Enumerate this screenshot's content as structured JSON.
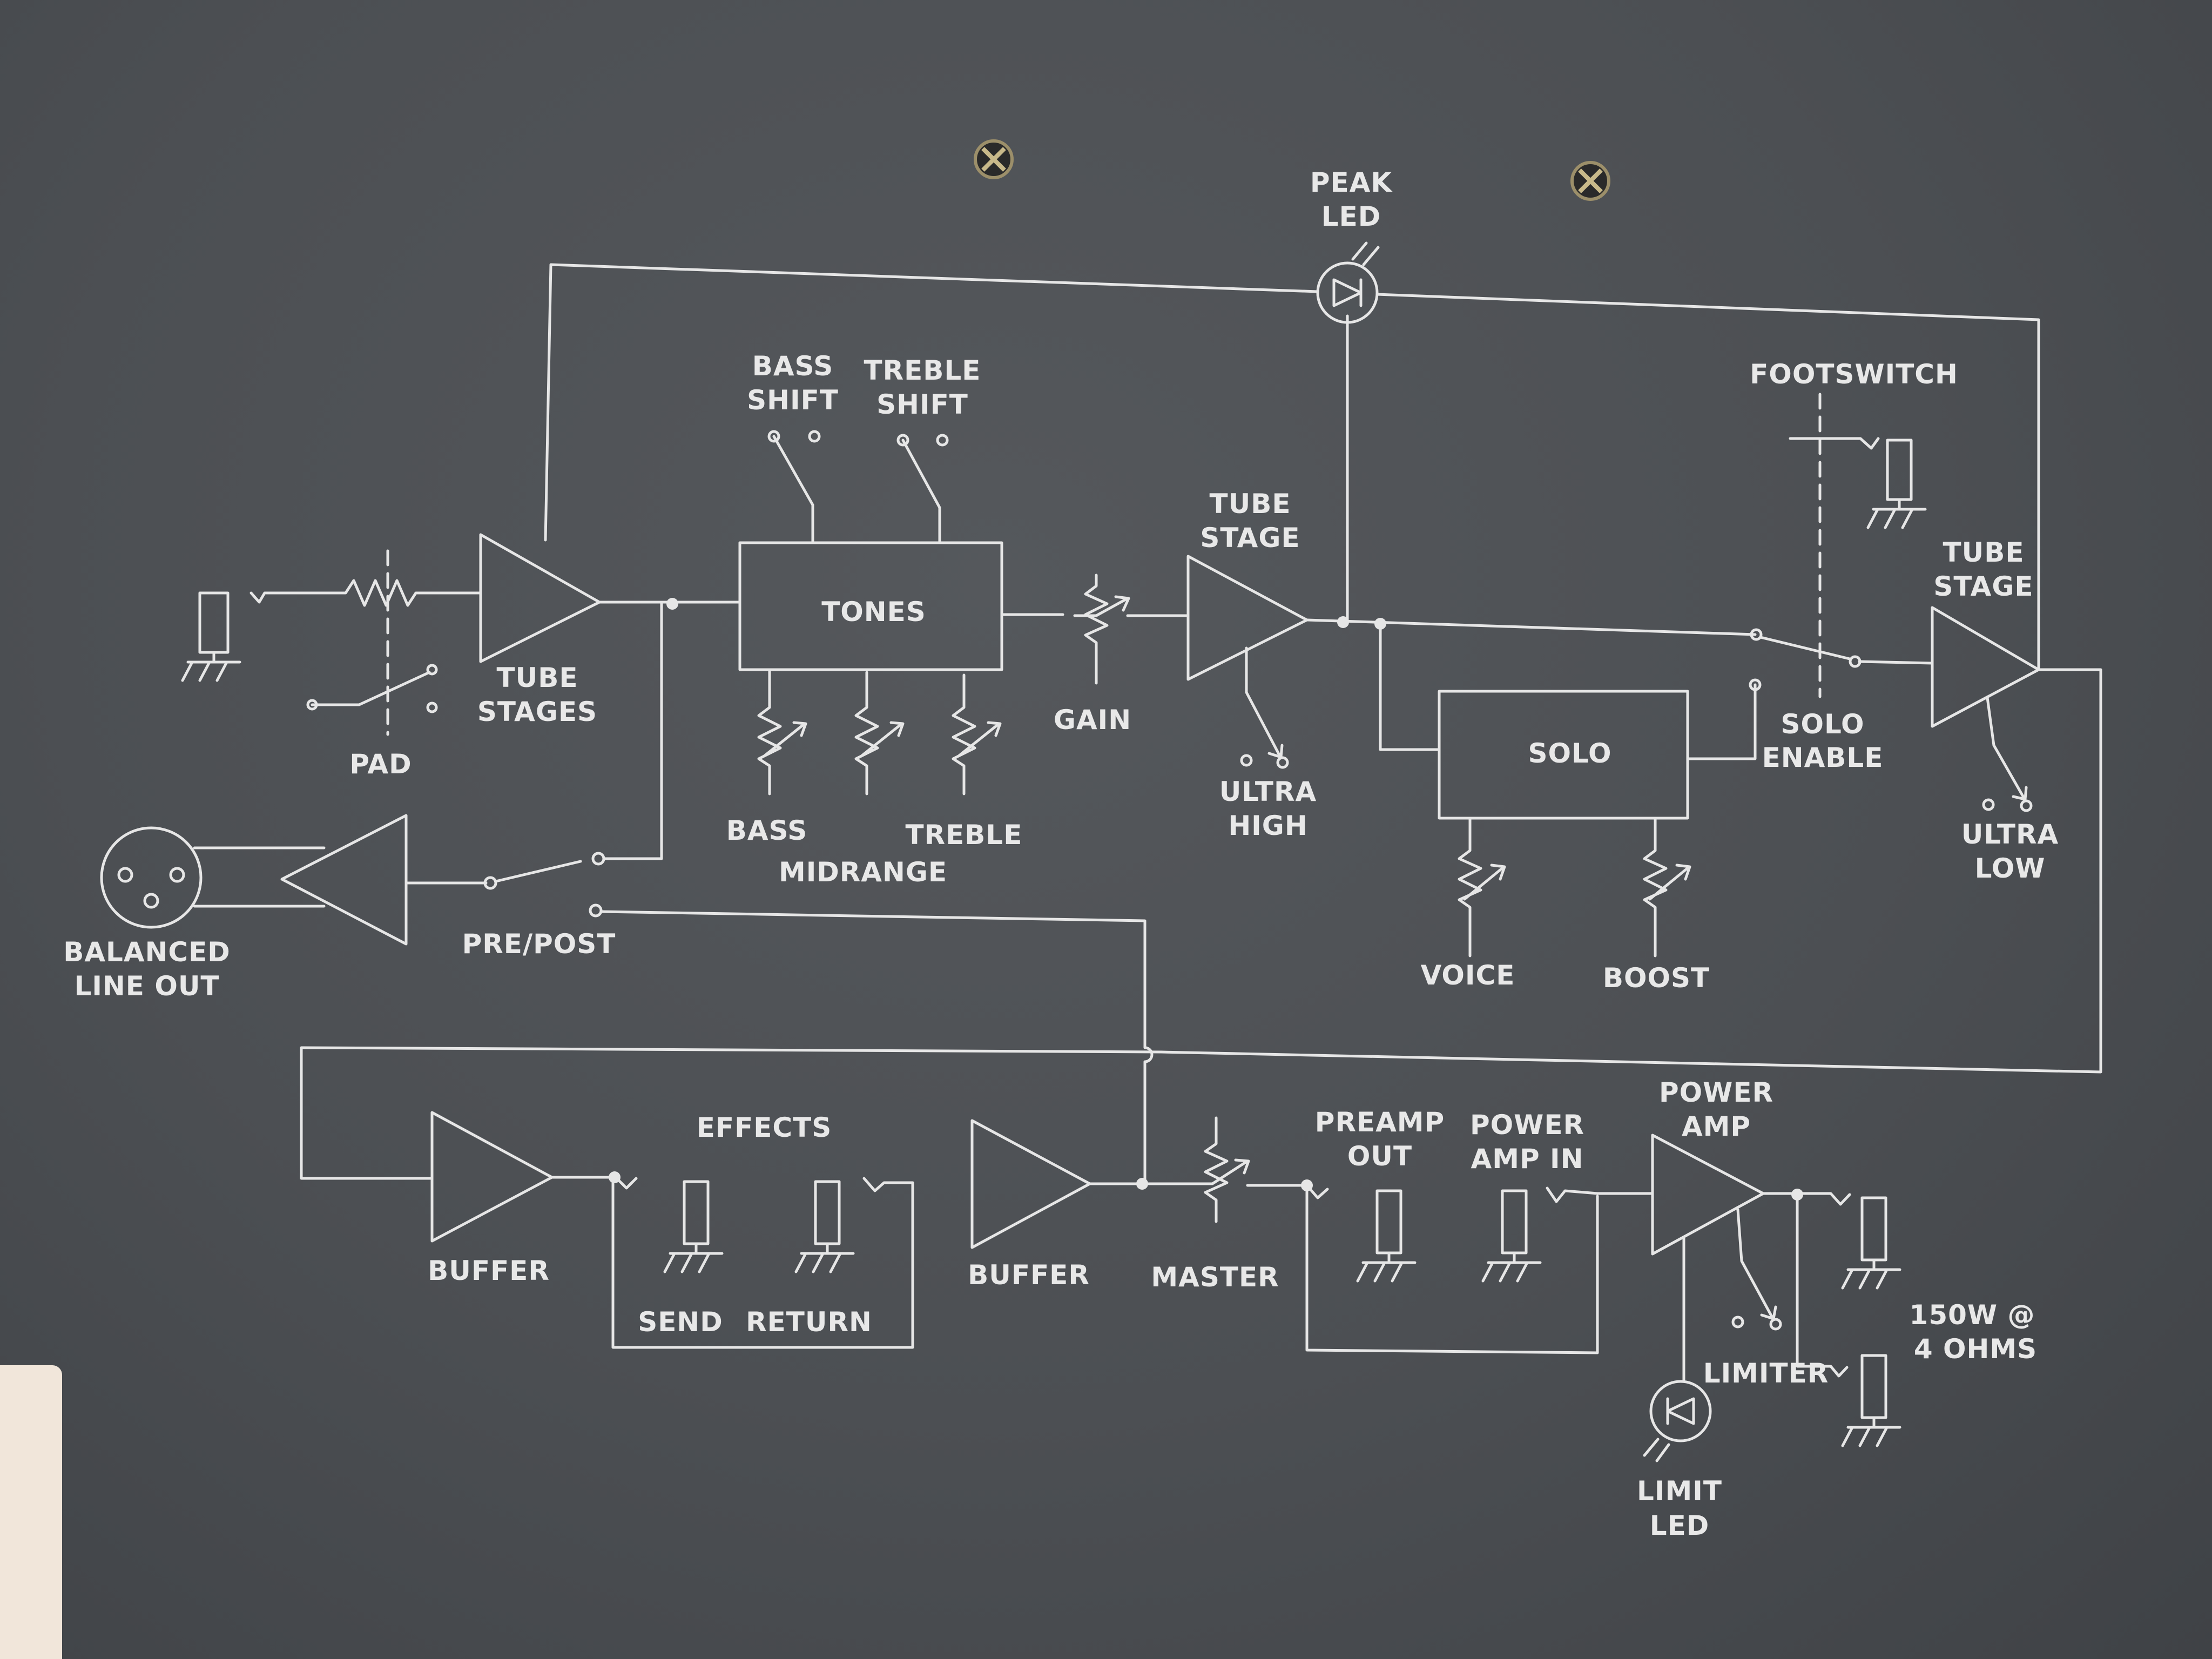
{
  "labels": {
    "peak_led_1": "PEAK",
    "peak_led_2": "LED",
    "bass_shift_1": "BASS",
    "bass_shift_2": "SHIFT",
    "treble_shift_1": "TREBLE",
    "treble_shift_2": "SHIFT",
    "footswitch": "FOOTSWITCH",
    "tube_stage_mid_1": "TUBE",
    "tube_stage_mid_2": "STAGE",
    "tube_stage_right_1": "TUBE",
    "tube_stage_right_2": "STAGE",
    "tones": "TONES",
    "tube_stages_1": "TUBE",
    "tube_stages_2": "STAGES",
    "pad": "PAD",
    "gain": "GAIN",
    "ultra_high_1": "ULTRA",
    "ultra_high_2": "HIGH",
    "solo": "SOLO",
    "solo_enable_1": "SOLO",
    "solo_enable_2": "ENABLE",
    "ultra_low_1": "ULTRA",
    "ultra_low_2": "LOW",
    "bass": "BASS",
    "midrange": "MIDRANGE",
    "treble": "TREBLE",
    "balanced_line_out_1": "BALANCED",
    "balanced_line_out_2": "LINE OUT",
    "pre_post": "PRE/POST",
    "voice": "VOICE",
    "boost": "BOOST",
    "effects": "EFFECTS",
    "buffer_left": "BUFFER",
    "buffer_right": "BUFFER",
    "send": "SEND",
    "return": "RETURN",
    "master": "MASTER",
    "preamp_out_1": "PREAMP",
    "preamp_out_2": "OUT",
    "power_amp_in_1": "POWER",
    "power_amp_in_2": "AMP IN",
    "power_amp_1": "POWER",
    "power_amp_2": "AMP",
    "limiter": "LIMITER",
    "rating_1": "150W @",
    "rating_2": "4 OHMS",
    "limit_led_1": "LIMIT",
    "limit_led_2": "LED"
  }
}
